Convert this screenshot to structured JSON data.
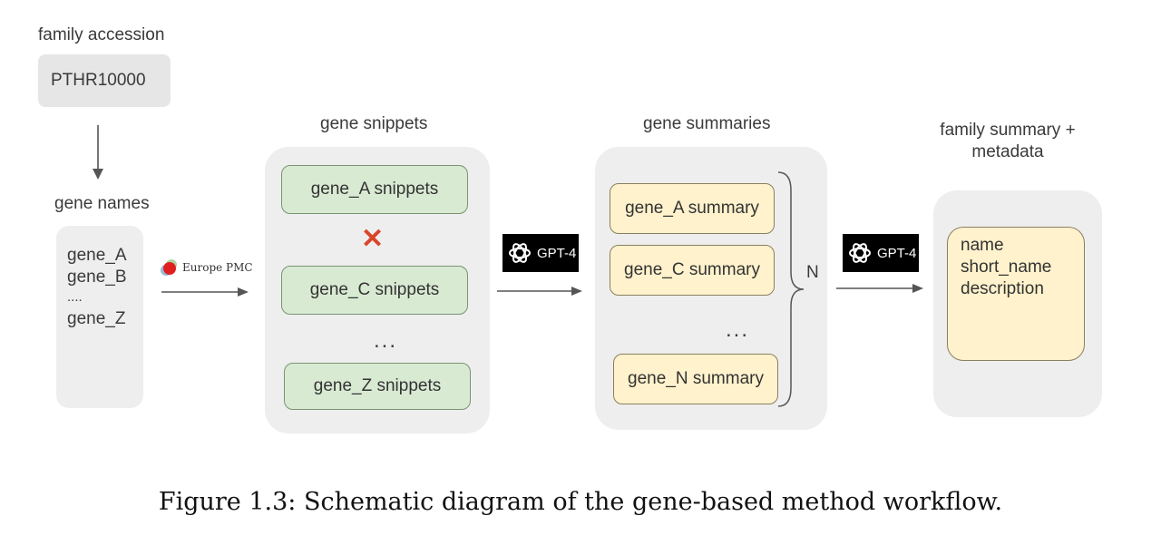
{
  "family_accession": {
    "title": "family accession",
    "value": "PTHR10000"
  },
  "gene_names": {
    "title": "gene names",
    "items": [
      "gene_A",
      "gene_B",
      "....",
      "gene_Z"
    ]
  },
  "europe_pmc": {
    "label": "Europe PMC"
  },
  "gene_snippets": {
    "title": "gene snippets",
    "items": [
      "gene_A snippets",
      "gene_C snippets",
      "gene_Z snippets"
    ],
    "removed_mark": "✕",
    "ellipsis": "..."
  },
  "gpt": {
    "label": "GPT-4"
  },
  "gene_summaries": {
    "title": "gene summaries",
    "items": [
      "gene_A summary",
      "gene_C summary",
      "gene_N summary"
    ],
    "ellipsis": "...",
    "brace_label": "N"
  },
  "family_summary": {
    "title_line1": "family summary +",
    "title_line2": "metadata",
    "fields": [
      "name",
      "short_name",
      "description"
    ]
  },
  "caption": "Figure 1.3: Schematic diagram of the gene-based method workflow.",
  "colors": {
    "panel": "#eeeeee",
    "green_box": "#d9ead3",
    "yellow_box": "#fff2cc",
    "red_x": "#d9452b",
    "arrow": "#555555"
  }
}
